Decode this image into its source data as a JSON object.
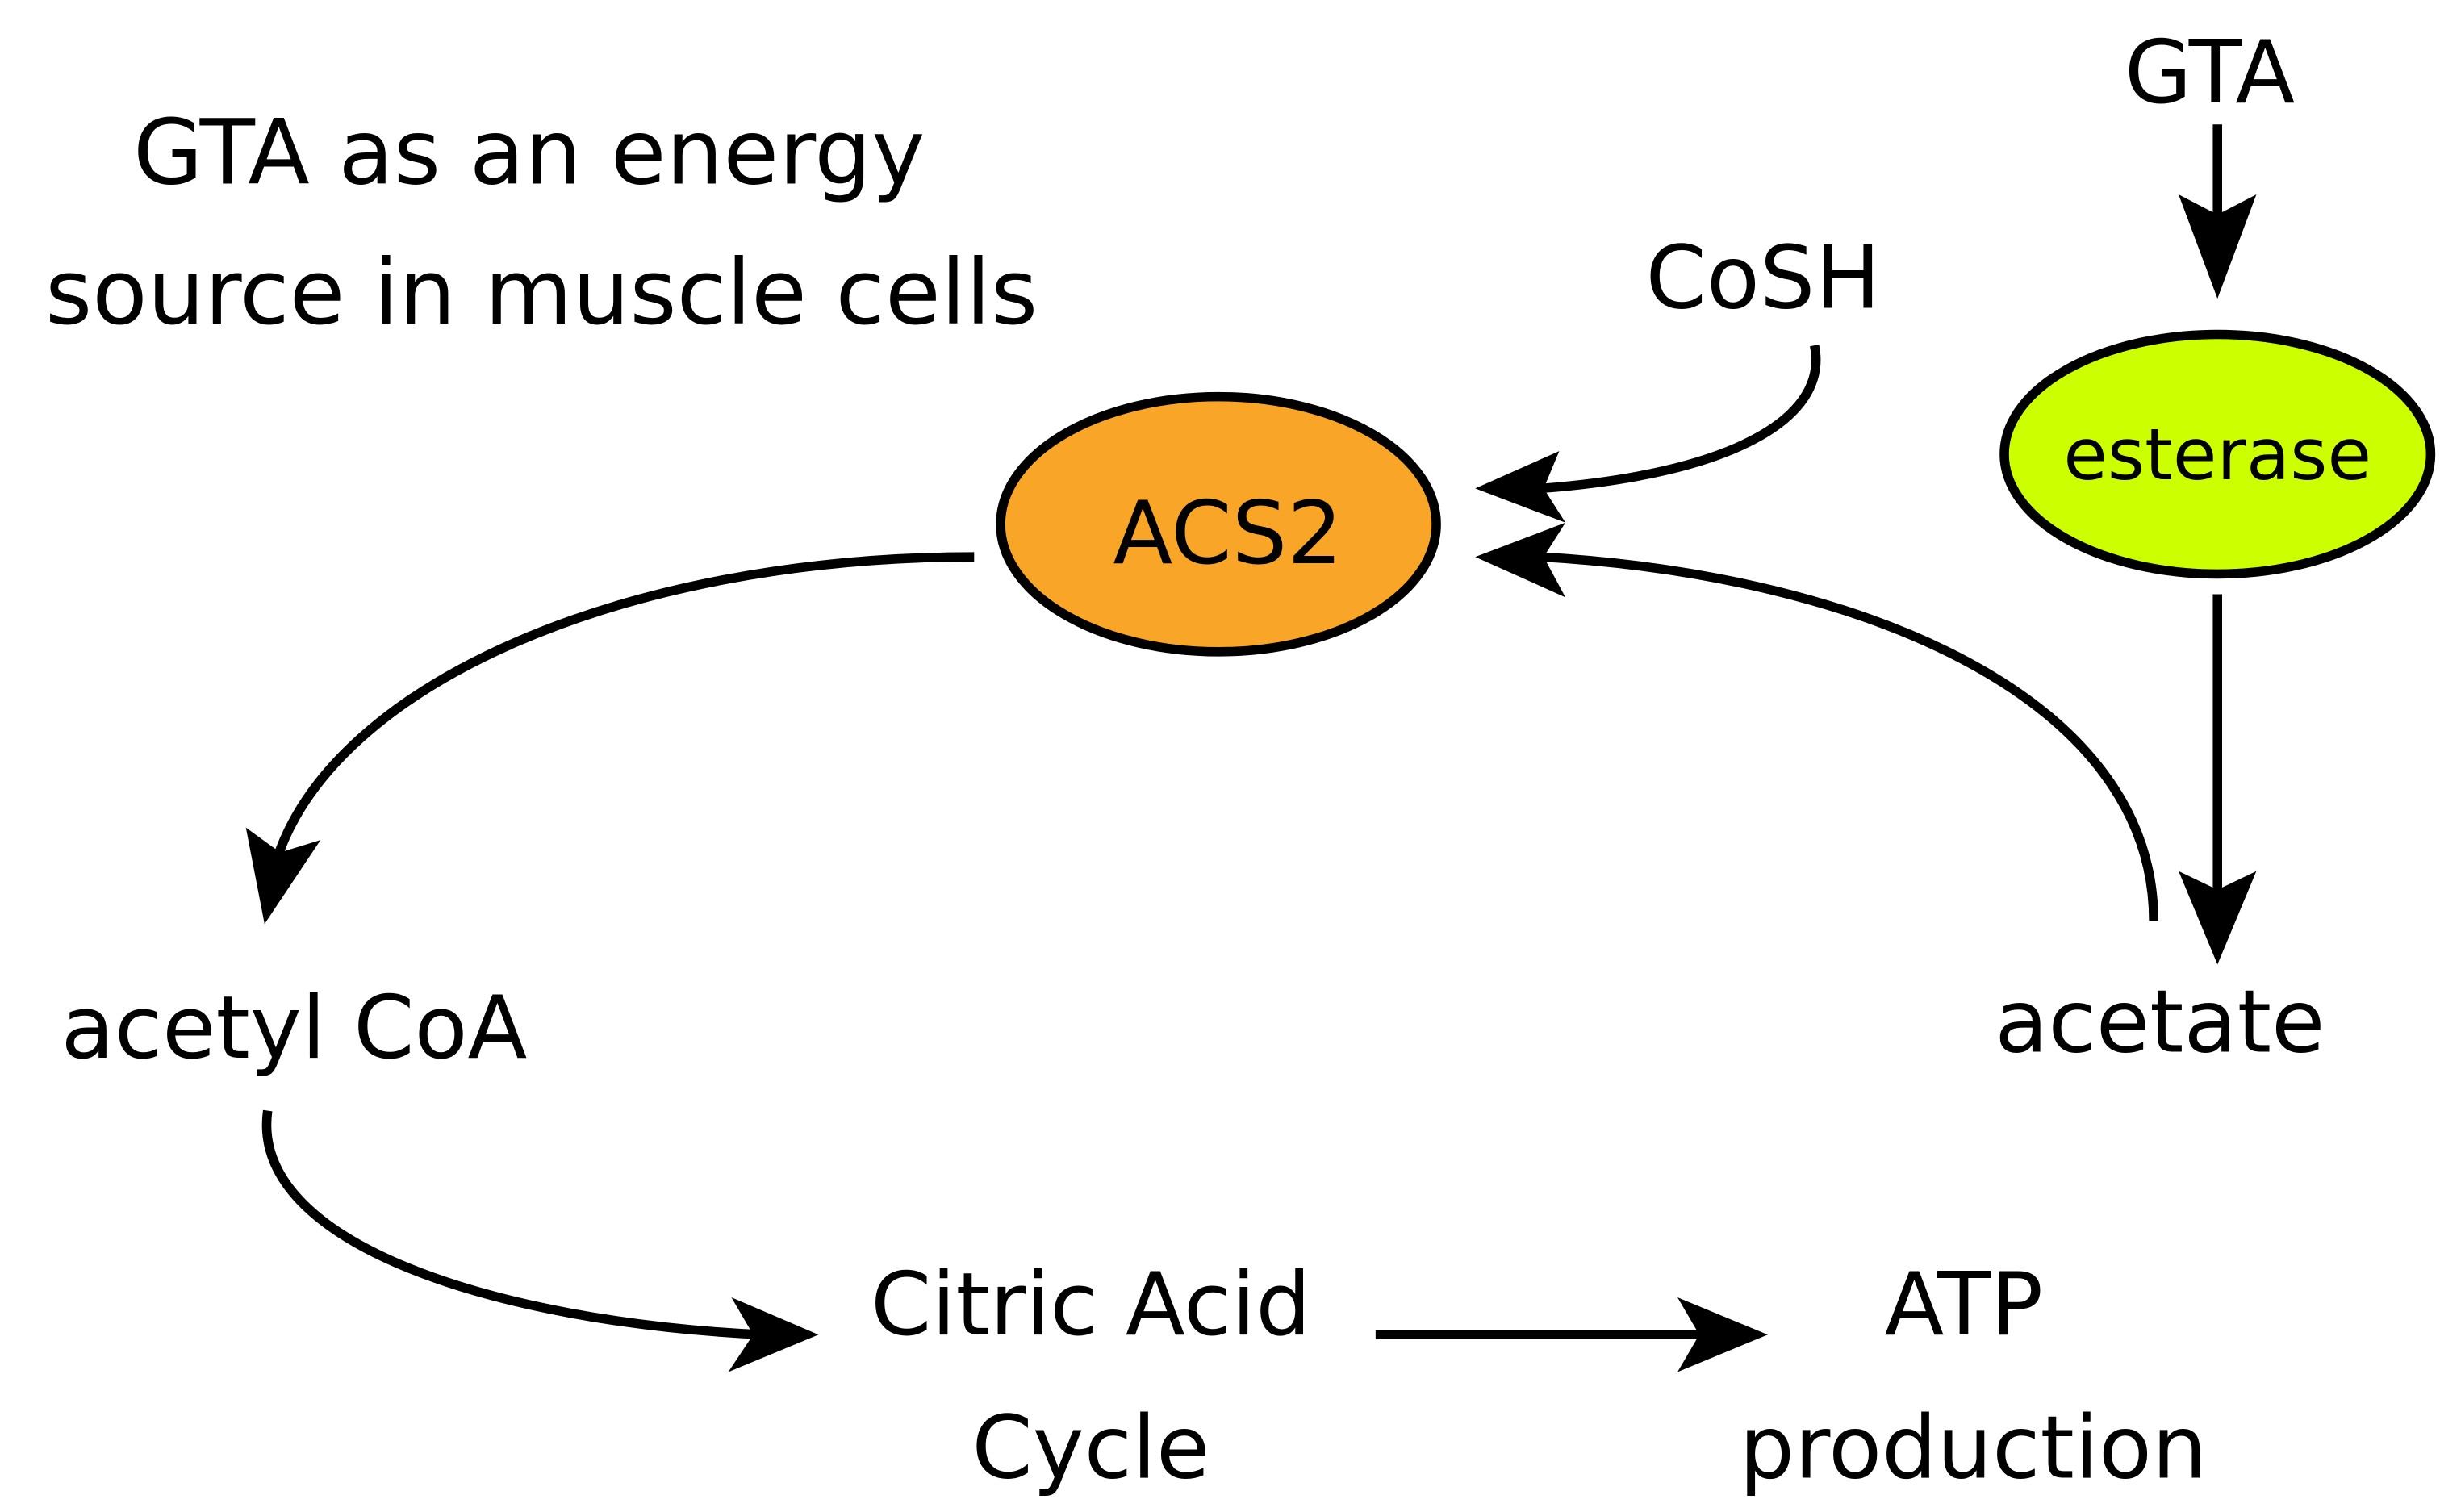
{
  "title": {
    "line1": "GTA as an energy",
    "line2": "source in muscle cells"
  },
  "nodes": {
    "gta": "GTA",
    "cosh": "CoSH",
    "acetyl_coa": "acetyl CoA",
    "acetate": "acetate",
    "citric_acid_line1": "Citric Acid",
    "citric_acid_line2": "Cycle",
    "atp_line1": "ATP",
    "atp_line2": "production"
  },
  "enzymes": {
    "acs2": {
      "label": "ACS2",
      "color": "#F9A527"
    },
    "esterase": {
      "label": "esterase",
      "color": "#CCFF00"
    }
  },
  "edges": [
    {
      "from": "GTA",
      "to": "esterase"
    },
    {
      "from": "esterase",
      "to": "acetate"
    },
    {
      "from": "acetate",
      "to": "ACS2"
    },
    {
      "from": "CoSH",
      "to": "ACS2"
    },
    {
      "from": "ACS2",
      "to": "acetyl CoA"
    },
    {
      "from": "acetyl CoA",
      "to": "Citric Acid Cycle"
    },
    {
      "from": "Citric Acid Cycle",
      "to": "ATP production"
    }
  ]
}
